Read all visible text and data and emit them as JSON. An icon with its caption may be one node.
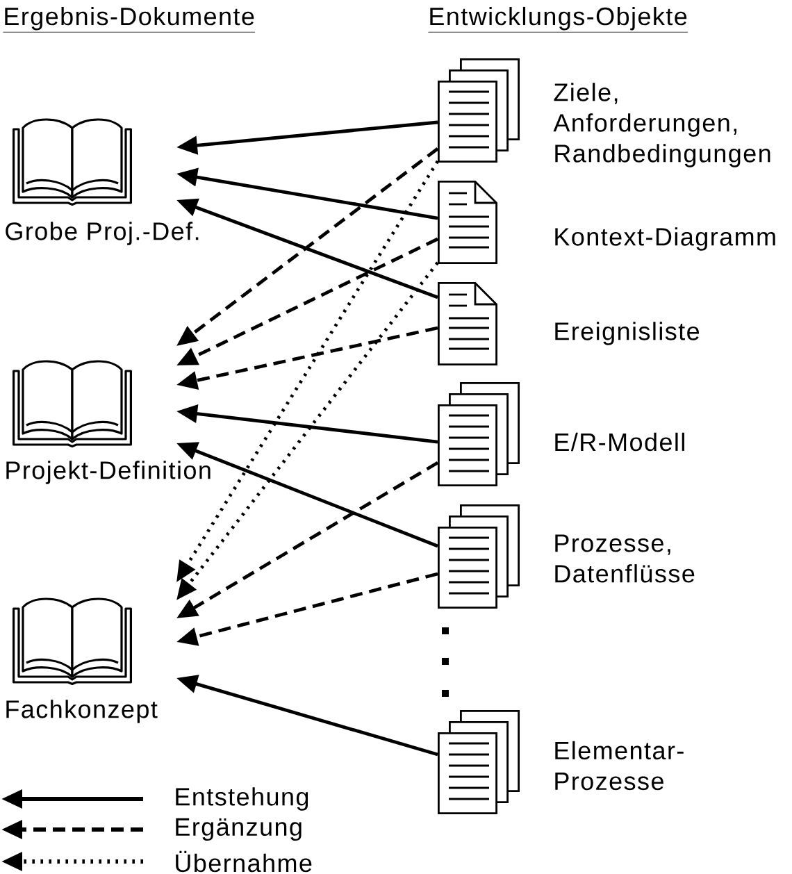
{
  "diagram": {
    "nodes": [
      {
        "text": [
          "Grobe Proj.-Def."
        ]
      },
      {
        "text": [
          "Projekt-Definition"
        ]
      },
      {
        "text": [
          "Fachkonzept"
        ]
      },
      {
        "text": [
          "Ziele, Anforderungen, Randbedingungen"
        ]
      },
      {
        "text": [
          "Kontext-Diagramm"
        ]
      },
      {
        "text": [
          "Ereignisliste"
        ]
      },
      {
        "text": [
          "E/R-Modell"
        ]
      },
      {
        "text": [
          "Prozesse, Datenflüsse"
        ]
      },
      {
        "text": [
          "Elementar- Prozesse"
        ]
      }
    ],
    "edges": [
      {
        "from": 3,
        "to": 0,
        "arrow": "to"
      },
      {
        "from": 4,
        "to": 0,
        "arrow": "to"
      },
      {
        "from": 5,
        "to": 0,
        "arrow": "to"
      },
      {
        "from": 3,
        "to": 1,
        "arrow": "to",
        "style": "dashed"
      },
      {
        "from": 4,
        "to": 1,
        "arrow": "to",
        "style": "dashed"
      },
      {
        "from": 5,
        "to": 1,
        "arrow": "to",
        "style": "dashed"
      },
      {
        "from": 6,
        "to": 1,
        "arrow": "to"
      },
      {
        "from": 7,
        "to": 1,
        "arrow": "to"
      },
      {
        "from": 3,
        "to": 2,
        "arrow": "to",
        "style": "dashed"
      },
      {
        "from": 4,
        "to": 2,
        "arrow": "to",
        "style": "dashed"
      },
      {
        "from": 6,
        "to": 2,
        "arrow": "to",
        "style": "dashed"
      },
      {
        "from": 7,
        "to": 2,
        "arrow": "to",
        "style": "dashed"
      },
      {
        "from": 8,
        "to": 2,
        "arrow": "to"
      }
    ],
    "labels": [
      "Ergebnis-Dokumente",
      "Entwicklungs-Objekte"
    ],
    "legend": [
      {
        "text": "Entstehung"
      },
      {
        "text": "Ergänzung"
      },
      {
        "text": "Übernahme"
      }
    ]
  }
}
